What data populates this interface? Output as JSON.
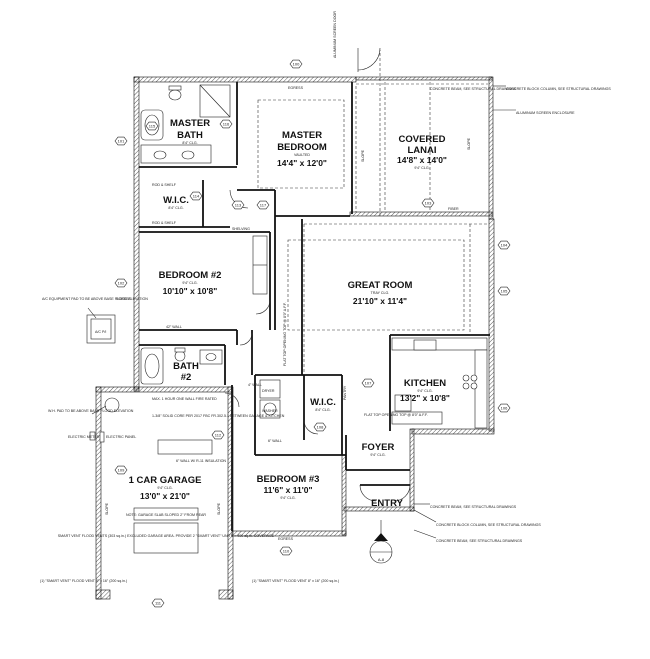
{
  "rooms": {
    "master_bath": {
      "name1": "MASTER",
      "name2": "BATH",
      "clg": "8'4\" CLG."
    },
    "master_bedroom": {
      "name1": "MASTER",
      "name2": "BEDROOM",
      "clg": "VAULTED",
      "dim": "14'4\" x 12'0\""
    },
    "covered_lanai": {
      "name1": "COVERED",
      "name2": "LANAI",
      "clg": "9'4\" CLG.",
      "dim": "14'8\" x 14'0\""
    },
    "wic_master": {
      "name": "W.I.C.",
      "clg": "8'4\" CLG."
    },
    "bedroom2": {
      "name": "BEDROOM #2",
      "clg": "9'4\" CLG.",
      "dim": "10'10\" x 10'8\""
    },
    "great_room": {
      "name": "GREAT ROOM",
      "clg": "TRAY CLG.",
      "dim": "21'10\" x 11'4\""
    },
    "bath2": {
      "name1": "BATH",
      "name2": "#2"
    },
    "wic2": {
      "name": "W.I.C.",
      "clg": "8'4\" CLG."
    },
    "kitchen": {
      "name": "KITCHEN",
      "clg": "9'4\" CLG.",
      "dim": "13'2\" x 10'8\""
    },
    "foyer": {
      "name": "FOYER",
      "clg": "9'4\" CLG."
    },
    "entry": {
      "name": "ENTRY"
    },
    "garage": {
      "name": "1 CAR GARAGE",
      "clg": "9'4\" CLG.",
      "dim": "13'0\" x 21'0\""
    },
    "bedroom3": {
      "name": "BEDROOM #3",
      "dim": "11'6\" x 11'0\"",
      "clg": "9'4\" CLG."
    }
  },
  "labels": {
    "rod_shelf_1": "ROD & SHELF",
    "rod_shelf_2": "ROD & SHELF",
    "shelving": "SHELVING",
    "egress_top": "EGRESS",
    "egress_bottom": "EGRESS",
    "egress_bed2": "EGRESS",
    "fiber_1": "FIBER",
    "fiber_2": "FIBER",
    "slope_1": "SLOPE",
    "slope_2": "SLOPE",
    "slope_g1": "SLOPE",
    "slope_g2": "SLOPE",
    "aluminum_door": "ALUMINUM SCREEN DOOR",
    "concrete_beam_1": "CONCRETE BEAM, SEE STRUCTURAL DRAWINGS",
    "concrete_block_col_1": "CONCRETE BLOCK COLUMN, SEE STRUCTURAL DRAWINGS",
    "aluminum_screen": "ALUMINUM SCREEN ENCLOSURE",
    "ac_pad": "A/C EQUIPMENT PAD TO BE ABOVE BASE FLOOD ELEVATION",
    "ac_label": "A/C P/I",
    "half_wall": "42\" WALL",
    "wh_pad": "W.H. PAD TO BE ABOVE BASE FLOOD ELEVATION",
    "electric_meter": "ELECTRIC METER",
    "electric_panel": "ELECTRIC PANEL",
    "hour_wall": "MAX. 1 HOUR ONE WALL FIRE RATED",
    "door_note": "1-3/8\" SOLID CORE PER 2017 FBC FR.302.5.1 BETWEEN GARAGE & KITCHEN",
    "fiber_wall": "6\" WALL W/ R-11 INSULATION",
    "garage_note": "NOTE: GARAGE SLAB SLOPED 2\" FROM REAR",
    "smart_vent": "SMART VENT FLOOD VENTS (303 sq.in.) EXCLUDED GARAGE AREA. PROVIDE 2 \"SMART VENT\" UNITS = 400 sq.in. COVERAGE",
    "flood_vent_left": "(1) \"SMART VENT\" FLOOD VENT 8\" x 16\" (200 sq.in.)",
    "flood_vent_right": "(1) \"SMART VENT\" FLOOD VENT 8\" x 16\" (200 sq.in.)",
    "concrete_beam_2": "CONCRETE BEAM, SEE STRUCTURAL DRAWINGS",
    "concrete_block_col_2": "CONCRETE BLOCK COLUMN, SEE STRUCTURAL DRAWINGS",
    "concrete_beam_3": "CONCRETE BEAM, SEE STRUCTURAL DRAWINGS",
    "flat_top": "FLAT TOP OPENING TOP @ 8'0\" A.F.F.",
    "flat_top_2": "FLAT TOP OPENING TOP @ 8'0\" A.F.F.",
    "pantry": "PANTRY",
    "dryer": "DRYER",
    "washer": "WASHER",
    "section_mark": "A-8",
    "six_wall": "6\" WALL",
    "four_wall": "4\" WALL"
  },
  "tags": [
    "100",
    "101",
    "102",
    "103",
    "104",
    "105",
    "106",
    "107",
    "108",
    "109",
    "110",
    "111",
    "112",
    "113",
    "114",
    "115",
    "116",
    "117"
  ]
}
